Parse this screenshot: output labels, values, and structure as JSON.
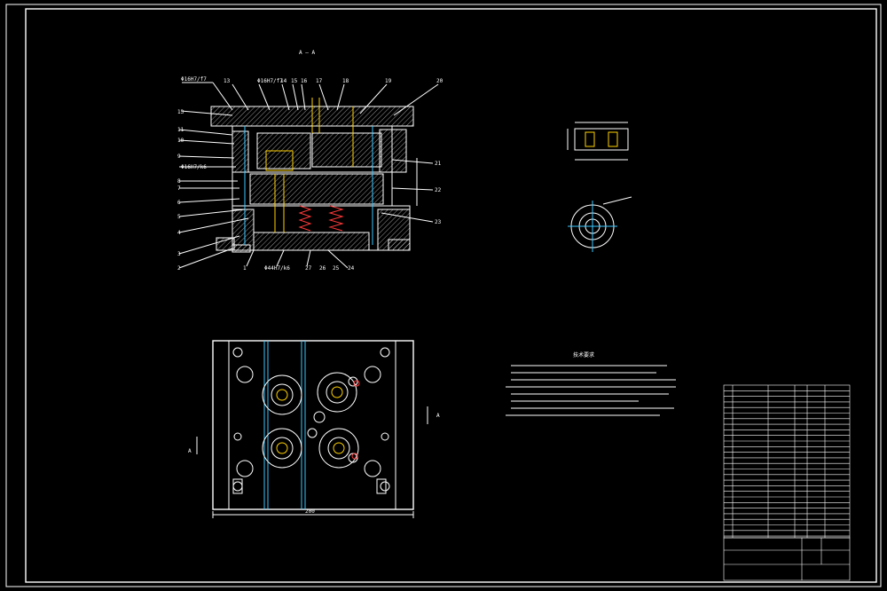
{
  "drawing": {
    "section_label": "A — A",
    "view_marker": "A",
    "fit_labels": [
      "Φ16H7/f7",
      "Φ16H7/k6",
      "Φ44H7/k6"
    ],
    "leaders_left": [
      "12",
      "11",
      "10",
      "9",
      "8",
      "7",
      "6",
      "5",
      "4",
      "3",
      "2",
      "1"
    ],
    "leaders_top": [
      "13",
      "Φ16H7/f7",
      "14",
      "15",
      "16",
      "17",
      "18",
      "19",
      "20"
    ],
    "leaders_right": [
      "21",
      "22",
      "23"
    ],
    "leaders_bottom": [
      "Φ44H7/k6",
      "27",
      "26",
      "25",
      "24"
    ],
    "overall_width_dim": "200",
    "tech_title": "技术要求"
  },
  "colors": {
    "background": "#000000",
    "line": "#ffffff",
    "accent_yellow": "#ffd200",
    "accent_red": "#ff3a3a",
    "accent_cyan": "#39c8ff"
  }
}
